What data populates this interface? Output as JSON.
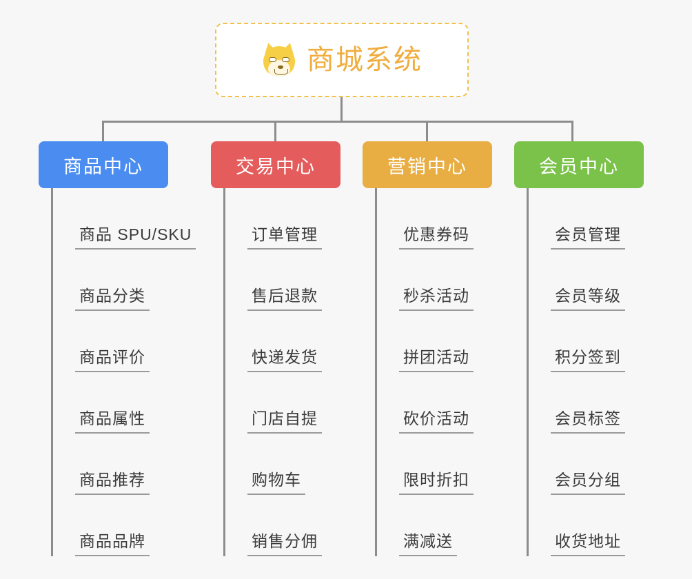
{
  "root": {
    "title": "商城系统",
    "icon": "shiba-dog-icon",
    "border_color": "#f2c14a",
    "text_color": "#f0ad3e",
    "background": "#ffffff"
  },
  "canvas": {
    "background": "#f7f7f7",
    "connector_color": "#8c8c8c"
  },
  "columns": [
    {
      "id": "product-center",
      "label": "商品中心",
      "color": "#4a8cf0",
      "items": [
        "商品 SPU/SKU",
        "商品分类",
        "商品评价",
        "商品属性",
        "商品推荐",
        "商品品牌"
      ]
    },
    {
      "id": "trade-center",
      "label": "交易中心",
      "color": "#e45c5c",
      "items": [
        "订单管理",
        "售后退款",
        "快递发货",
        "门店自提",
        "购物车",
        "销售分佣"
      ]
    },
    {
      "id": "marketing-center",
      "label": "营销中心",
      "color": "#e8ae44",
      "items": [
        "优惠券码",
        "秒杀活动",
        "拼团活动",
        "砍价活动",
        "限时折扣",
        "满减送"
      ]
    },
    {
      "id": "member-center",
      "label": "会员中心",
      "color": "#7bc24a",
      "items": [
        "会员管理",
        "会员等级",
        "积分签到",
        "会员标签",
        "会员分组",
        "收货地址"
      ]
    }
  ]
}
